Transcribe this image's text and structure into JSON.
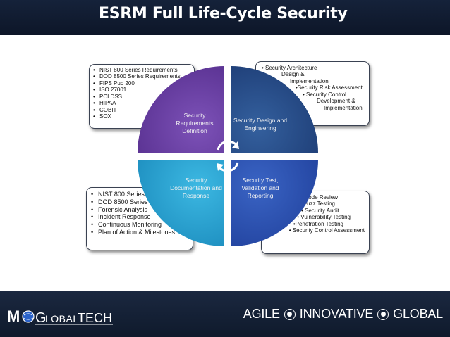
{
  "header": {
    "title": "ESRM Full Life-Cycle Security"
  },
  "colors": {
    "header_bg": "#15223a",
    "q_top_left": "#6a3fa3",
    "q_top_right": "#2b4f8e",
    "q_bottom_left": "#2aa2d2",
    "q_bottom_right": "#2d54b0"
  },
  "wheel": {
    "top_left": "Security Requirements Definition",
    "top_right": "Security Design and Engineering",
    "bottom_left": "Security Documentation and Response",
    "bottom_right": "Security Test, Validation and Reporting",
    "center_icon": "cycle-arrows-icon"
  },
  "boxes": {
    "top_left": {
      "items": [
        "NIST 800 Series Requirements",
        "DOD 8500 Series Requirements",
        "FIPS Pub 200",
        "ISO 27001",
        "PCI DSS",
        "HIPAA",
        "COBIT",
        "SOX"
      ]
    },
    "top_right": {
      "items": [
        "• Security Architecture",
        "Design &",
        "Implementation",
        "•Security Risk Assessment",
        "• Security Control",
        "Development &",
        "Implementation"
      ]
    },
    "bottom_left": {
      "items": [
        "NIST 800 Series",
        "DOD 8500 Series",
        "Forensic Analysis",
        "Incident Response",
        "Continuous Monitoring",
        "Plan of Action & Milestones"
      ]
    },
    "bottom_right": {
      "items": [
        "•Code Review",
        "•Fuzz Testing",
        "• Security Audit",
        "• Vulnerability Testing",
        "•Penetration Testing",
        "• Security Control Assessment"
      ]
    }
  },
  "footer": {
    "logo": "MCGLOBALTECH",
    "tagline": [
      "AGILE",
      "INNOVATIVE",
      "GLOBAL"
    ]
  }
}
